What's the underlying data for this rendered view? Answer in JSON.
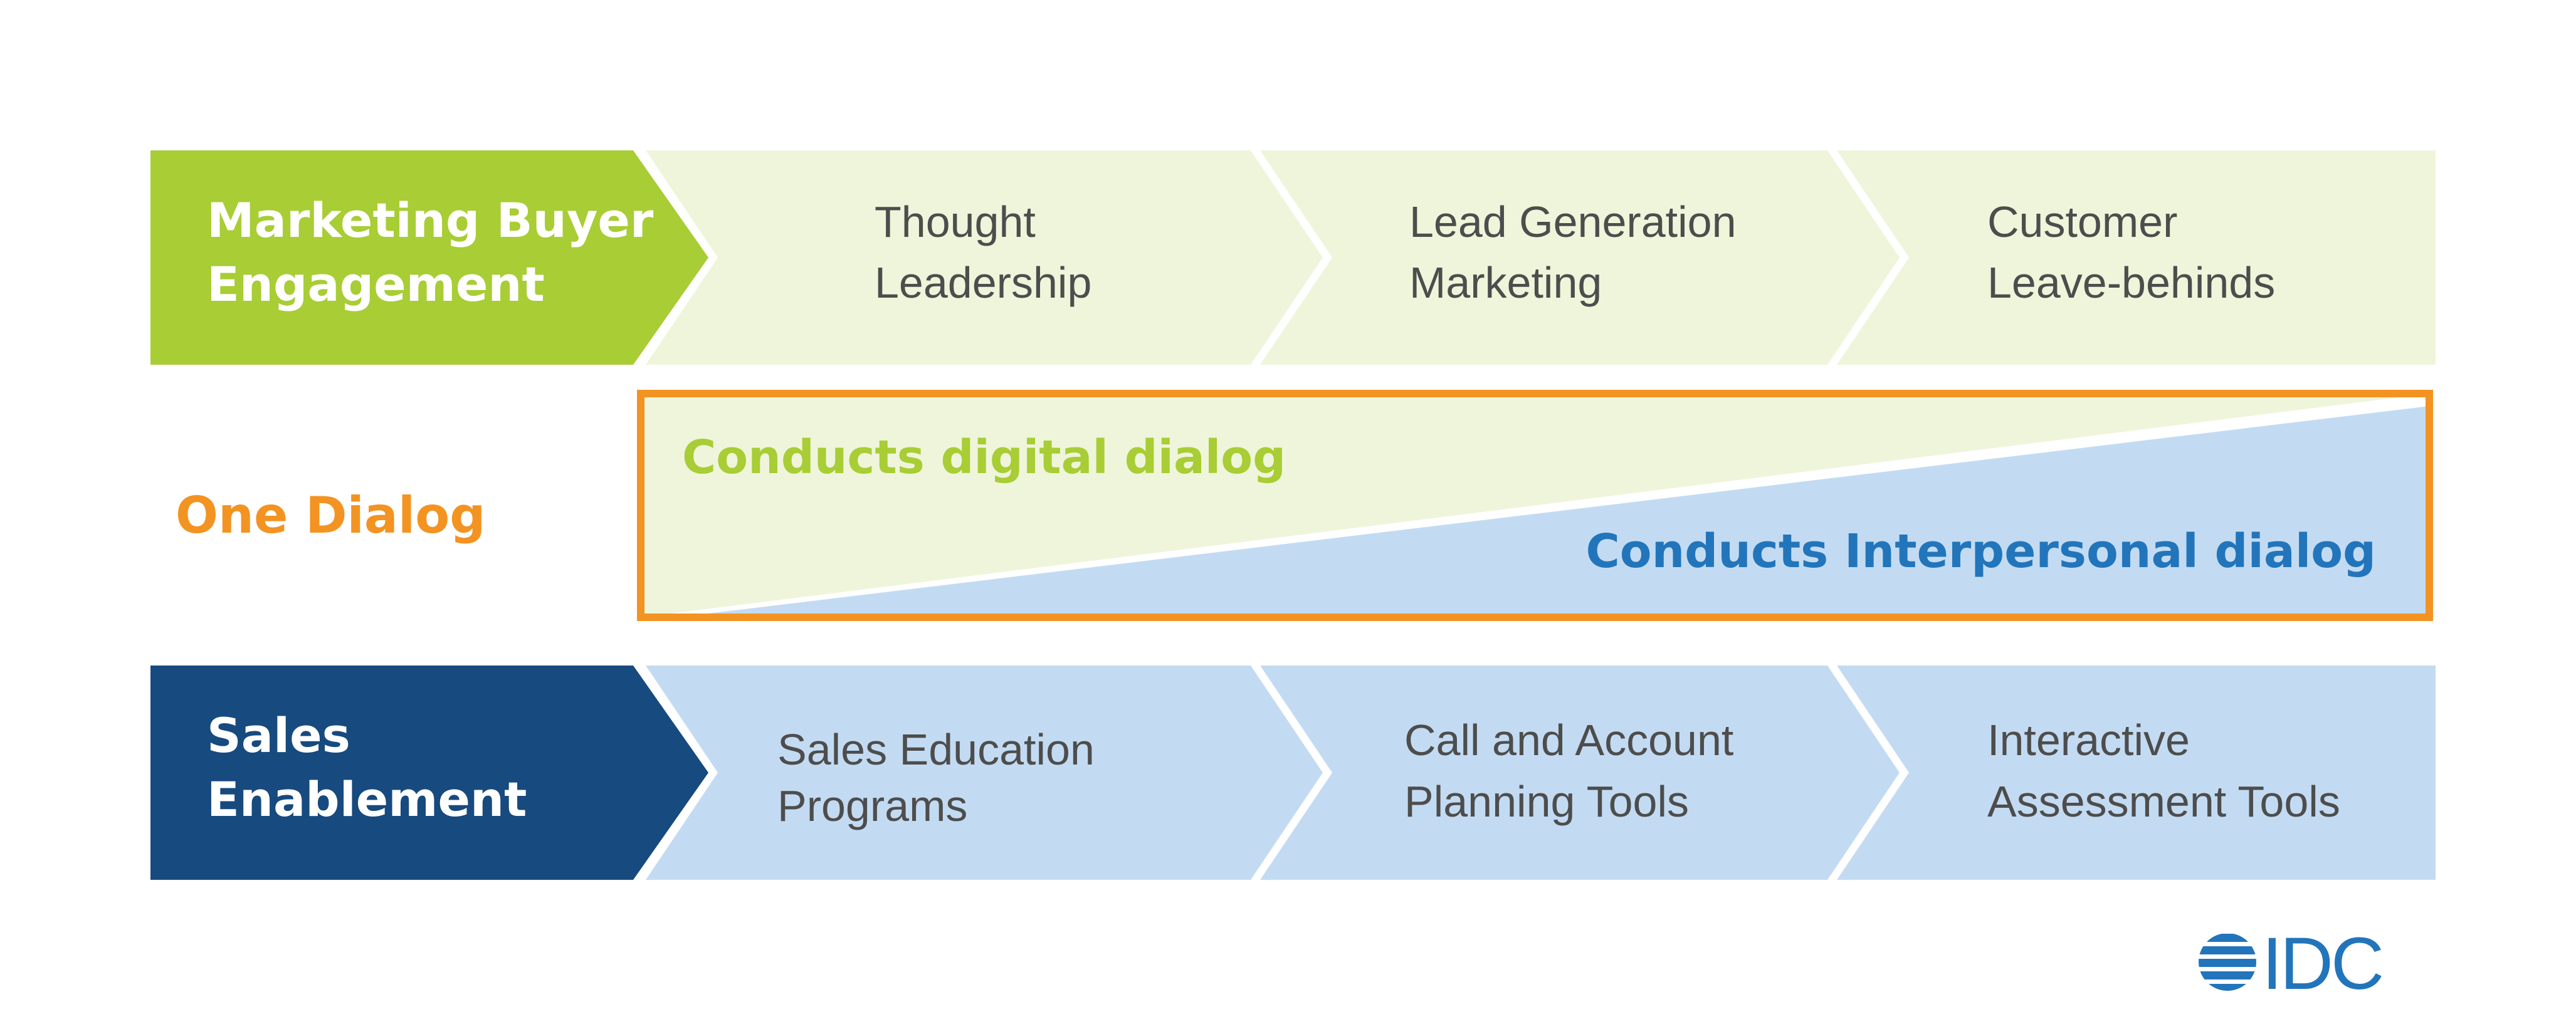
{
  "colors": {
    "green": "#a8cd35",
    "light_green": "#eff5da",
    "navy": "#174a7e",
    "light_blue": "#c3dbf2",
    "orange": "#f39322",
    "blue_text": "#2275bb",
    "gray_text": "#4d4d4d",
    "white": "#ffffff"
  },
  "marketing": {
    "label_line1": "Marketing Buyer",
    "label_line2": "Engagement",
    "steps": [
      {
        "line1": "Thought",
        "line2": "Leadership"
      },
      {
        "line1": "Lead Generation",
        "line2": "Marketing"
      },
      {
        "line1": "Customer",
        "line2": "Leave-behinds"
      }
    ]
  },
  "dialog": {
    "label": "One Dialog",
    "digital": "Conducts digital dialog",
    "interpersonal": "Conducts Interpersonal dialog"
  },
  "sales": {
    "label_line1": "Sales",
    "label_line2": "Enablement",
    "steps": [
      {
        "line1": "Sales Education",
        "line2": "Programs"
      },
      {
        "line1": "Call and Account",
        "line2": "Planning Tools"
      },
      {
        "line1": "Interactive",
        "line2": "Assessment Tools"
      }
    ]
  },
  "logo": {
    "text": "IDC"
  }
}
